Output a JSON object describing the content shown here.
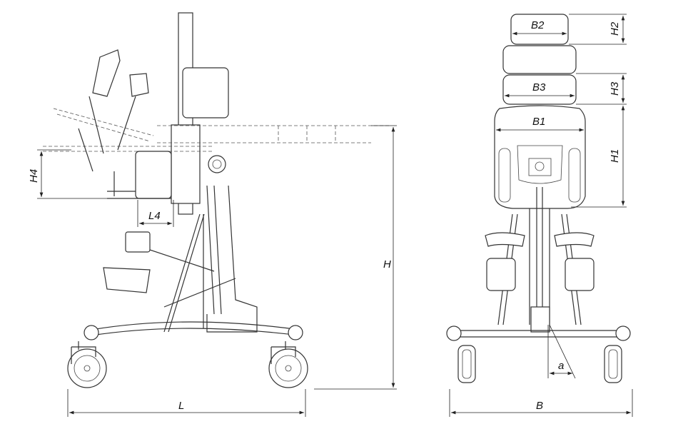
{
  "diagram": {
    "side_view": {
      "dimensions": {
        "H": "H",
        "L": "L",
        "H4": "H4",
        "L4": "L4"
      }
    },
    "front_view": {
      "dimensions": {
        "B": "B",
        "B1": "B1",
        "B2": "B2",
        "B3": "B3",
        "H1": "H1",
        "H2": "H2",
        "H3": "H3",
        "a": "a"
      }
    },
    "colors": {
      "line": "#333333",
      "background": "#ffffff"
    }
  }
}
